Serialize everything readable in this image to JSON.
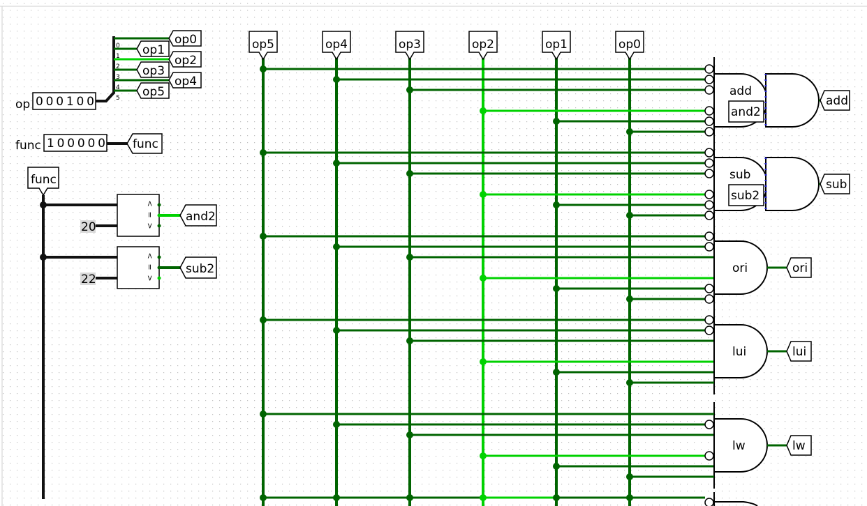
{
  "colors": {
    "wire_low": "#006400",
    "wire_high": "#00d200",
    "wire_bus": "#111111",
    "grid_dot": "#bfbfbf",
    "constant_bg": "#d9d9d9"
  },
  "inputs": {
    "op_label": "op",
    "op_value": "0 0 0 1 0 0",
    "func_label": "func",
    "func_value": "1 0 0 0 0 0"
  },
  "splitter_bits": [
    "0",
    "1",
    "2",
    "3",
    "4",
    "5"
  ],
  "split_tunnels": [
    "op0",
    "op1",
    "op2",
    "op3",
    "op4",
    "op5"
  ],
  "func_tunnel": "func",
  "func_source": "func",
  "comparators": [
    {
      "constant": "20",
      "output": "and2",
      "symbols": [
        ">",
        "=",
        "<"
      ]
    },
    {
      "constant": "22",
      "output": "sub2",
      "symbols": [
        ">",
        "=",
        "<"
      ]
    }
  ],
  "bit_columns": [
    "op5",
    "op4",
    "op3",
    "op2",
    "op1",
    "op0"
  ],
  "bit_values": {
    "op5": 0,
    "op4": 0,
    "op3": 0,
    "op2": 1,
    "op1": 0,
    "op0": 0
  },
  "decoders": [
    {
      "name": "add",
      "sub_label": "and2",
      "output": "add"
    },
    {
      "name": "sub",
      "sub_label": "sub2",
      "output": "sub"
    },
    {
      "name": "ori",
      "output": "ori"
    },
    {
      "name": "lui",
      "output": "lui"
    },
    {
      "name": "lw",
      "output": "lw"
    }
  ]
}
